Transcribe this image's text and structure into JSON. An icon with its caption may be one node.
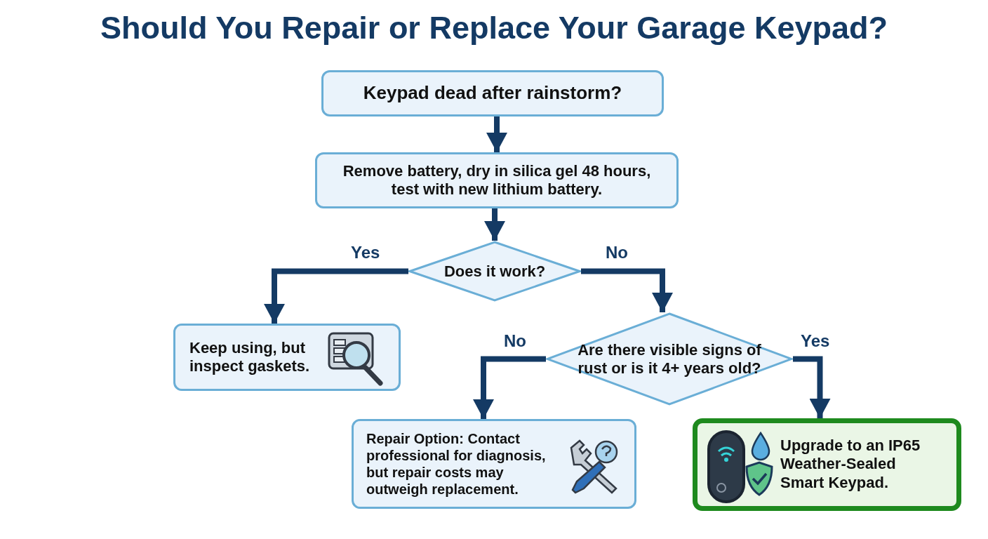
{
  "diagram": {
    "title": "Should You Repair or Replace Your Garage Keypad?",
    "nodes": [
      {
        "text": [
          "Keypad dead after rainstorm?"
        ]
      },
      {
        "text": [
          "Remove battery, dry in silica gel 48 hours, test with new lithium battery."
        ]
      },
      {
        "text": [
          "Does it work?"
        ]
      },
      {
        "text": [
          "Keep using, but inspect gaskets."
        ]
      },
      {
        "text": [
          "Are there visible signs of rust or is it 4+ years old?"
        ]
      },
      {
        "text": [
          "Repair Option: Contact professional for diagnosis, but repair costs may outweigh replacement."
        ]
      },
      {
        "text": [
          "Upgrade to an IP65 Weather-Sealed Smart Keypad."
        ]
      }
    ],
    "edges": [
      {
        "from": 0,
        "to": 1,
        "arrow": "to"
      },
      {
        "from": 1,
        "to": 2,
        "arrow": "to"
      },
      {
        "from": 2,
        "to": 3,
        "arrow": "to",
        "label": "Yes"
      },
      {
        "from": 2,
        "to": 4,
        "arrow": "to",
        "label": "No"
      },
      {
        "from": 4,
        "to": 5,
        "arrow": "to",
        "label": "No"
      },
      {
        "from": 4,
        "to": 6,
        "arrow": "to",
        "label": "Yes"
      }
    ]
  }
}
